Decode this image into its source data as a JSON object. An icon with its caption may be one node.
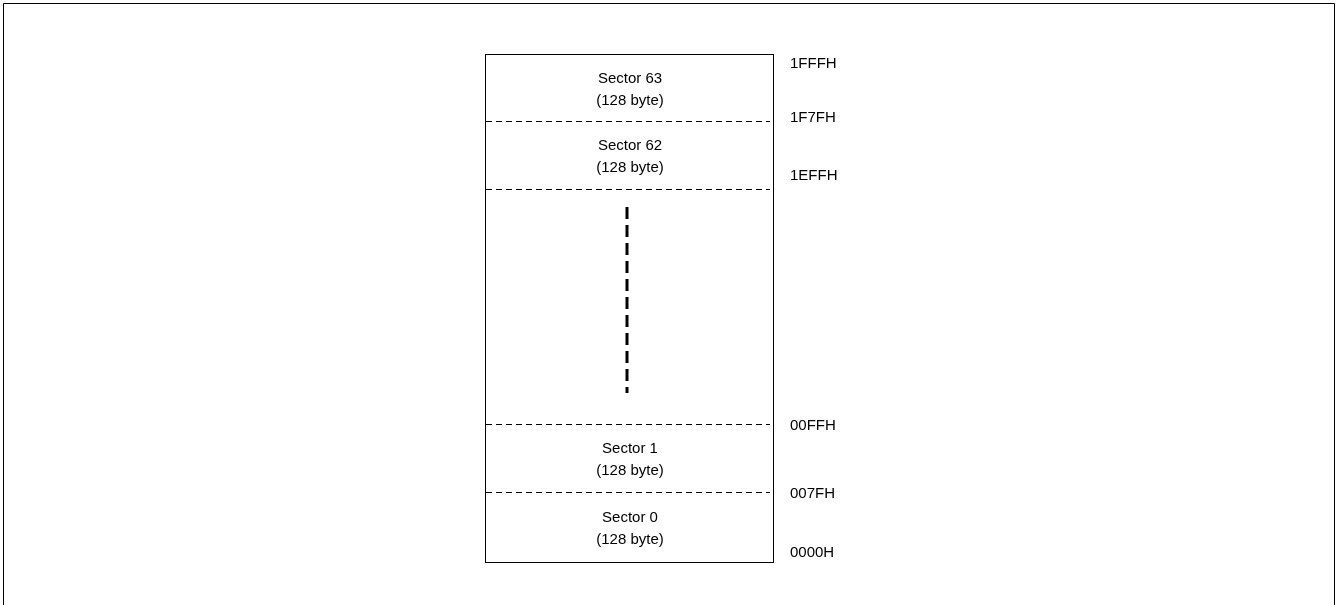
{
  "diagram": {
    "nodes": [
      {
        "text": [],
        "shape": "box"
      },
      {
        "text": [
          "Sector 63",
          "(128 byte)"
        ],
        "in": 0
      },
      {
        "text": [
          "Sector 62",
          "(128 byte)"
        ],
        "in": 0
      },
      {
        "text": [
          "Sector 1",
          "(128 byte)"
        ],
        "in": 0
      },
      {
        "text": [
          "Sector 0",
          "(128 byte)"
        ],
        "in": 0
      }
    ],
    "edges": [],
    "labels": [
      "1FFFH",
      "1F7FH",
      "1EFFH",
      "00FFH",
      "007FH",
      "0000H"
    ]
  }
}
